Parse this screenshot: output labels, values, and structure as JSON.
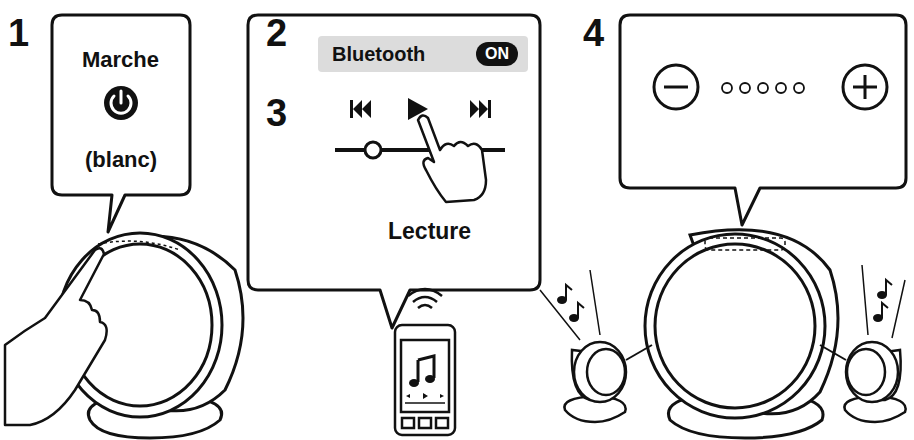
{
  "diagram": {
    "nodes": [
      {
        "text": [
          "Marche",
          "(blanc)"
        ]
      },
      {
        "text": [
          "Lecture"
        ]
      },
      {
        "text": [
          "Bluetooth"
        ],
        "in": 1
      },
      {
        "text": [
          "ON"
        ],
        "in": 2
      }
    ],
    "labels": [
      "1",
      "2",
      "3",
      "4"
    ]
  }
}
